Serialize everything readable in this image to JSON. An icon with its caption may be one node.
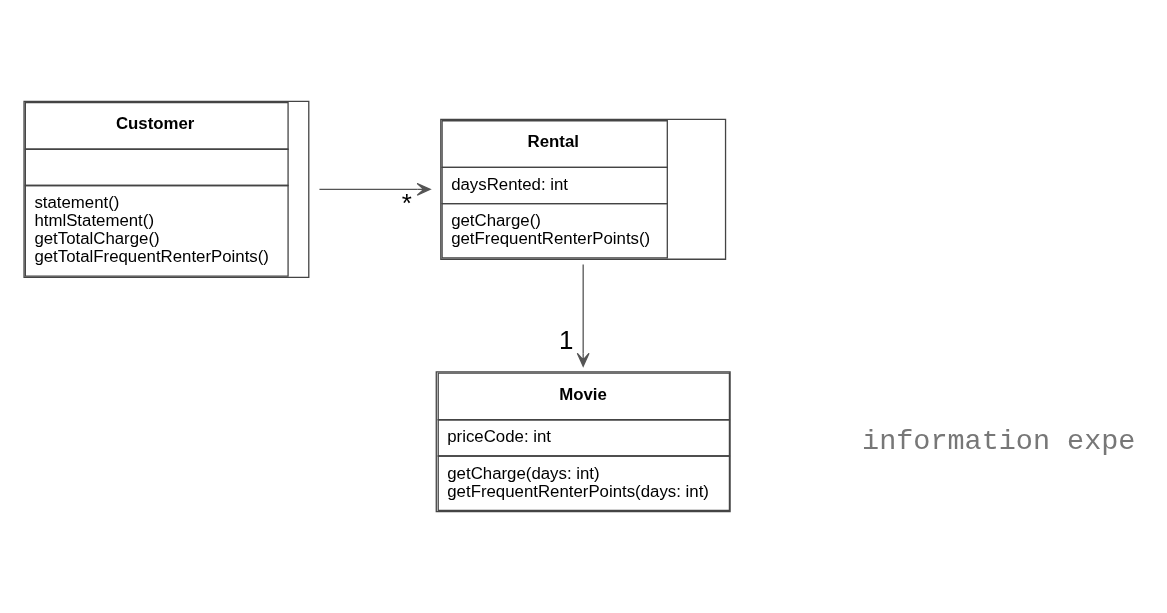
{
  "diagram": {
    "nodes": [
      {
        "text": [
          "Rental",
          "daysRented: int",
          "getCharge()",
          "getFrequentRenterPoints()"
        ]
      },
      {
        "text": [
          "Customer",
          "statement()",
          "htmlStatement()",
          "getTotalCharge()",
          "getTotalFrequentRenterPoints()"
        ]
      },
      {
        "text": [
          "Movie",
          "priceCode: int",
          "getCharge(days: int)",
          "getFrequentRenterPoints(days: int)"
        ]
      }
    ],
    "edges": [
      {
        "from": 1,
        "to": 0,
        "arrow": "to",
        "label": "*"
      },
      {
        "from": 0,
        "to": 2,
        "arrow": "to",
        "label": "1"
      }
    ],
    "labels": [
      "information expe"
    ]
  }
}
